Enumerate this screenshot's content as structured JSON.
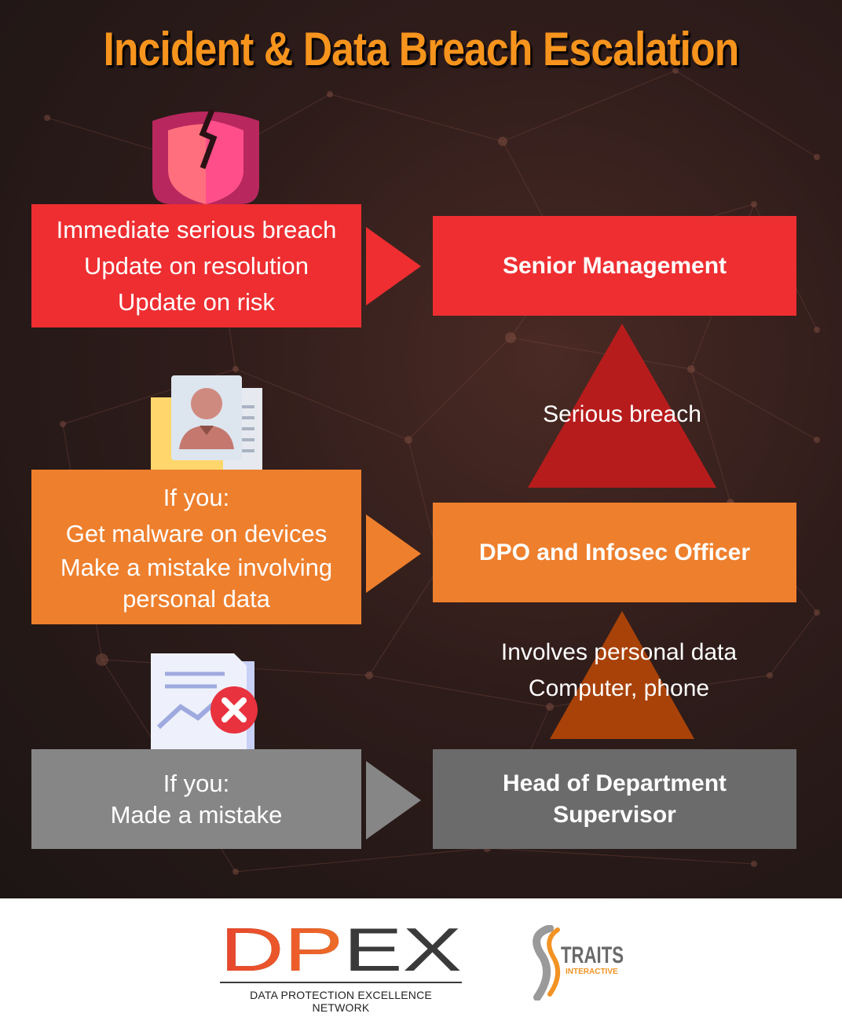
{
  "title": "Incident & Data Breach Escalation",
  "colors": {
    "title": "#f7941d",
    "red": "#ee2e31",
    "orange": "#ee7f2d",
    "gray": "#868686",
    "dark_gray": "#6b6b6b",
    "dark_red_triangle": "#b71c1c",
    "brown_triangle": "#a84208"
  },
  "levels": [
    {
      "icon": "broken-shield-icon",
      "condition_lines": [
        "Immediate serious breach",
        "Update on resolution",
        "Update on risk"
      ],
      "role_lines": [
        "Senior Management"
      ]
    },
    {
      "icon": "profile-document-icon",
      "condition_lines": [
        "If you:",
        "Get malware on devices",
        "Make a mistake involving",
        "personal data"
      ],
      "role_lines": [
        "DPO and Infosec Officer"
      ]
    },
    {
      "icon": "error-report-icon",
      "condition_lines": [
        "If you:",
        "Made a mistake"
      ],
      "role_lines": [
        "Head of Department",
        "Supervisor"
      ]
    }
  ],
  "escalations": [
    {
      "label_lines": [
        "Serious breach"
      ]
    },
    {
      "label_lines": [
        "Involves personal data",
        "Computer, phone"
      ]
    }
  ],
  "footer": {
    "dpex_logo": "DPEX",
    "dpex_tagline": "DATA PROTECTION EXCELLENCE NETWORK",
    "straits_logo": "TRAITS",
    "straits_sub": "INTERACTIVE"
  }
}
